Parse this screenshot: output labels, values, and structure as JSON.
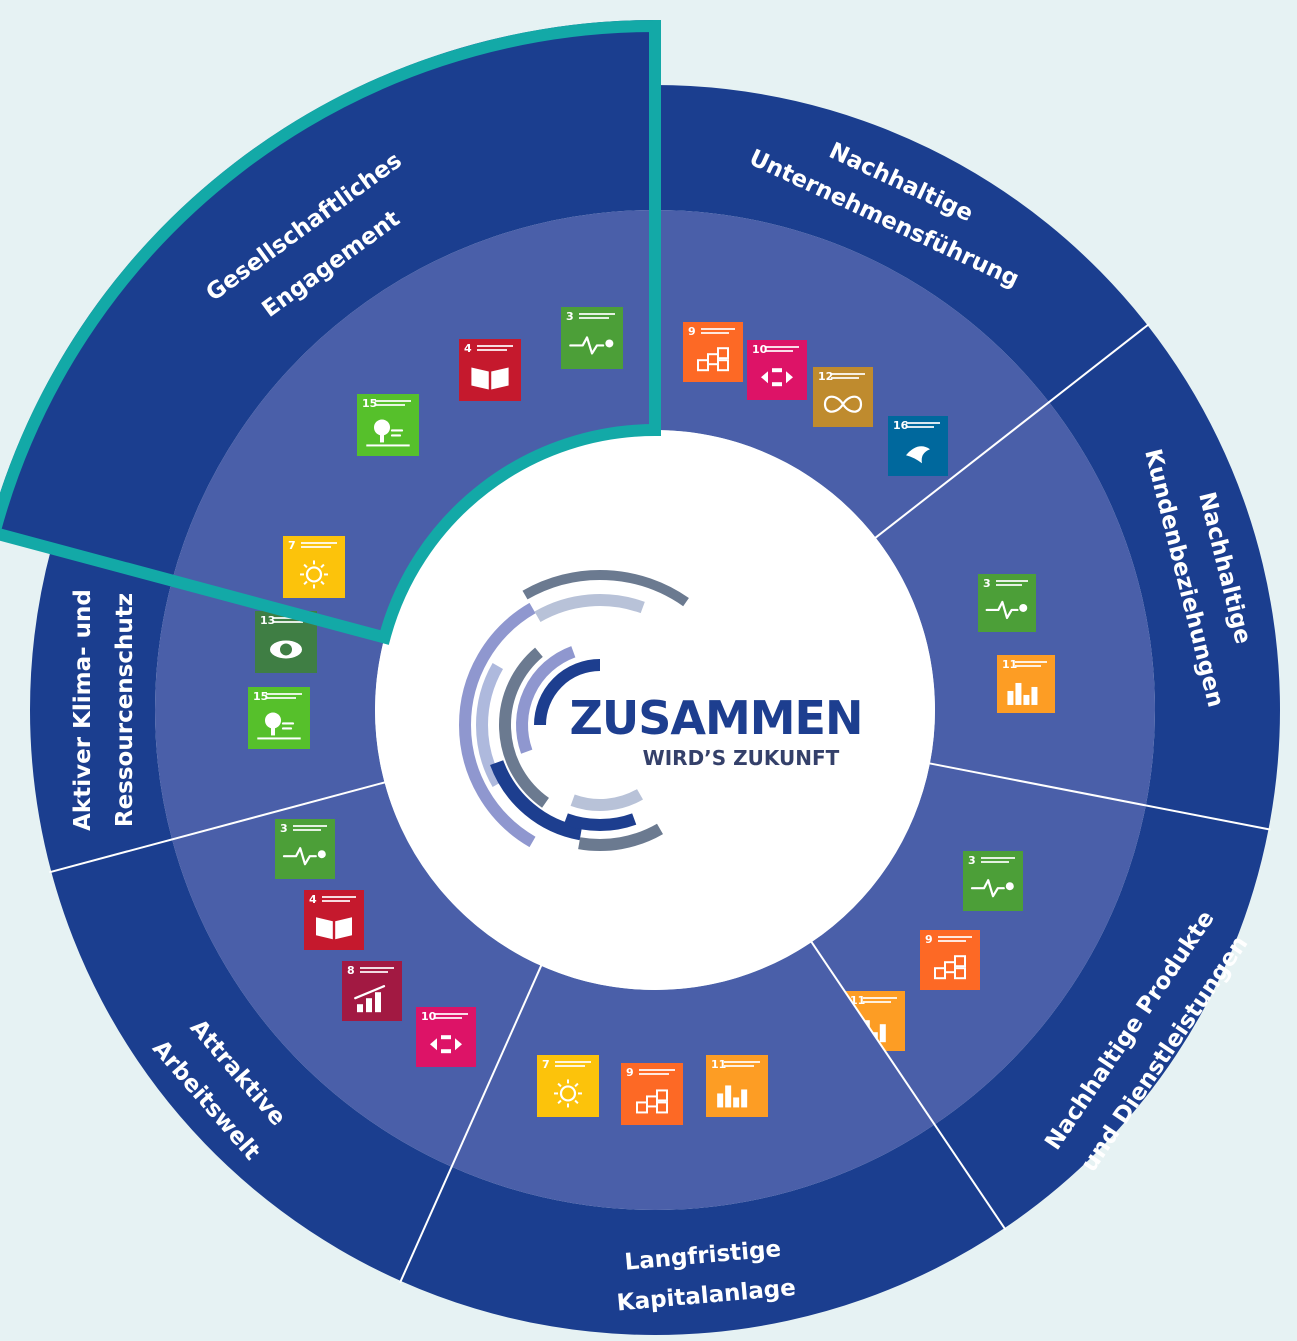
{
  "colors": {
    "background": "#e6f2f3",
    "outer_ring": "#1b3e8f",
    "inner_ring": "#4a5fa9",
    "highlight": "#13a9a7",
    "logo_blue": "#1d3e8f",
    "logo_grey": "#34406a"
  },
  "logo": {
    "main": "ZUSAMMEN",
    "sub": "WIRD’S ZUKUNFT"
  },
  "segments": [
    {
      "id": "gesellschaftliches-engagement",
      "highlighted": true,
      "title_lines": [
        "Gesellschaftliches",
        "Engagement"
      ],
      "sdgs": [
        15,
        4,
        3
      ]
    },
    {
      "id": "nachhaltige-unternehmensfuehrung",
      "highlighted": false,
      "title_lines": [
        "Nachhaltige",
        "Unternehmensführung"
      ],
      "sdgs": [
        9,
        10,
        12,
        16
      ]
    },
    {
      "id": "nachhaltige-kundenbeziehungen",
      "highlighted": false,
      "title_lines": [
        "Nachhaltige",
        "Kundenbeziehungen"
      ],
      "sdgs": [
        3,
        11
      ]
    },
    {
      "id": "nachhaltige-produkte",
      "highlighted": false,
      "title_lines": [
        "Nachhaltige Produkte",
        "und Dienstleistungen"
      ],
      "sdgs": [
        3,
        9,
        11
      ]
    },
    {
      "id": "langfristige-kapitalanlage",
      "highlighted": false,
      "title_lines": [
        "Langfristige",
        "Kapitalanlage"
      ],
      "sdgs": [
        7,
        9,
        11
      ]
    },
    {
      "id": "attraktive-arbeitswelt",
      "highlighted": false,
      "title_lines": [
        "Attraktive",
        "Arbeitswelt"
      ],
      "sdgs": [
        3,
        4,
        8,
        10
      ]
    },
    {
      "id": "aktiver-klimaschutz",
      "highlighted": false,
      "title_lines": [
        "Aktiver Klima- und",
        "Ressourcenschutz"
      ],
      "sdgs": [
        7,
        13,
        15
      ]
    }
  ],
  "sdg_colors": {
    "3": "#4c9f38",
    "4": "#c5192d",
    "7": "#fcc30b",
    "8": "#a21942",
    "9": "#fd6925",
    "10": "#dd1367",
    "11": "#fd9d24",
    "12": "#bf8b2e",
    "13": "#3f7e44",
    "15": "#56c02b",
    "16": "#00689d"
  },
  "sdg_icons": {
    "3": "heartbeat-icon",
    "4": "book-icon",
    "7": "sun-icon",
    "8": "growth-chart-icon",
    "9": "cubes-icon",
    "10": "inequality-arrows-icon",
    "11": "city-icon",
    "12": "infinity-icon",
    "13": "eye-earth-icon",
    "15": "tree-icon",
    "16": "dove-icon"
  }
}
